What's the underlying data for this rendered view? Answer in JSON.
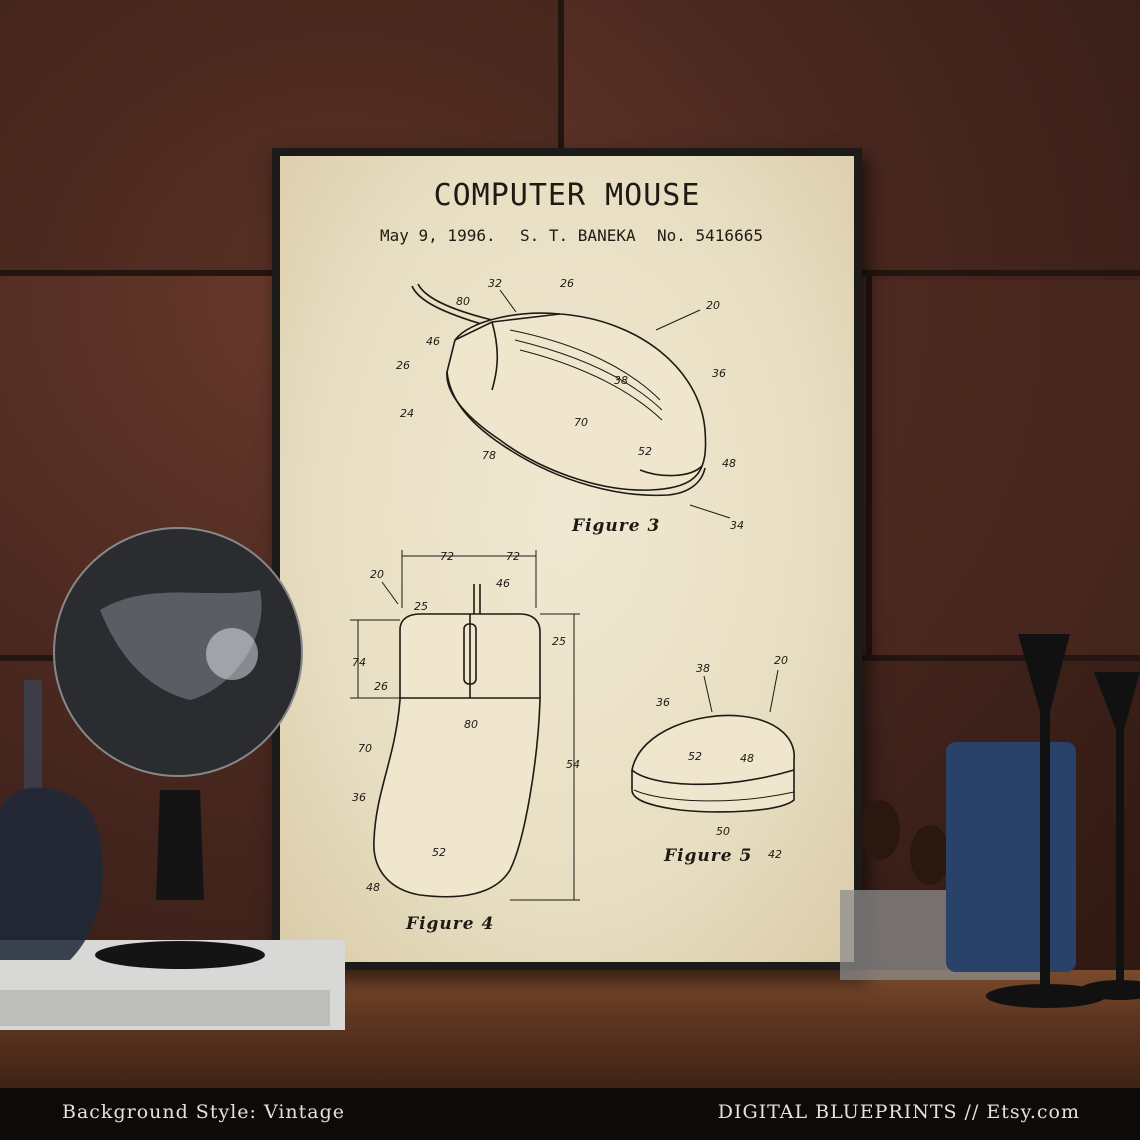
{
  "poster": {
    "title": "COMPUTER MOUSE",
    "date": "May 9, 1996.",
    "inventor": "S. T. BANEKA",
    "number": "No. 5416665",
    "figures": [
      {
        "label": "Figure 3"
      },
      {
        "label": "Figure 4"
      },
      {
        "label": "Figure 5"
      }
    ],
    "refs": {
      "fig3": [
        "32",
        "26",
        "20",
        "80",
        "46",
        "26",
        "38",
        "36",
        "24",
        "70",
        "78",
        "52",
        "48",
        "34"
      ],
      "fig4": [
        "72",
        "72",
        "20",
        "46",
        "25",
        "25",
        "74",
        "26",
        "80",
        "70",
        "54",
        "36",
        "52",
        "48"
      ],
      "fig5": [
        "38",
        "20",
        "36",
        "52",
        "48",
        "50",
        "42"
      ]
    }
  },
  "footer": {
    "left": "Background Style: Vintage",
    "right": "DIGITAL BLUEPRINTS // Etsy.com"
  },
  "scene": {
    "objects": [
      "globe",
      "book-stack",
      "glass-flask",
      "wooden-stamps",
      "blue-jar",
      "candle-holders"
    ]
  }
}
